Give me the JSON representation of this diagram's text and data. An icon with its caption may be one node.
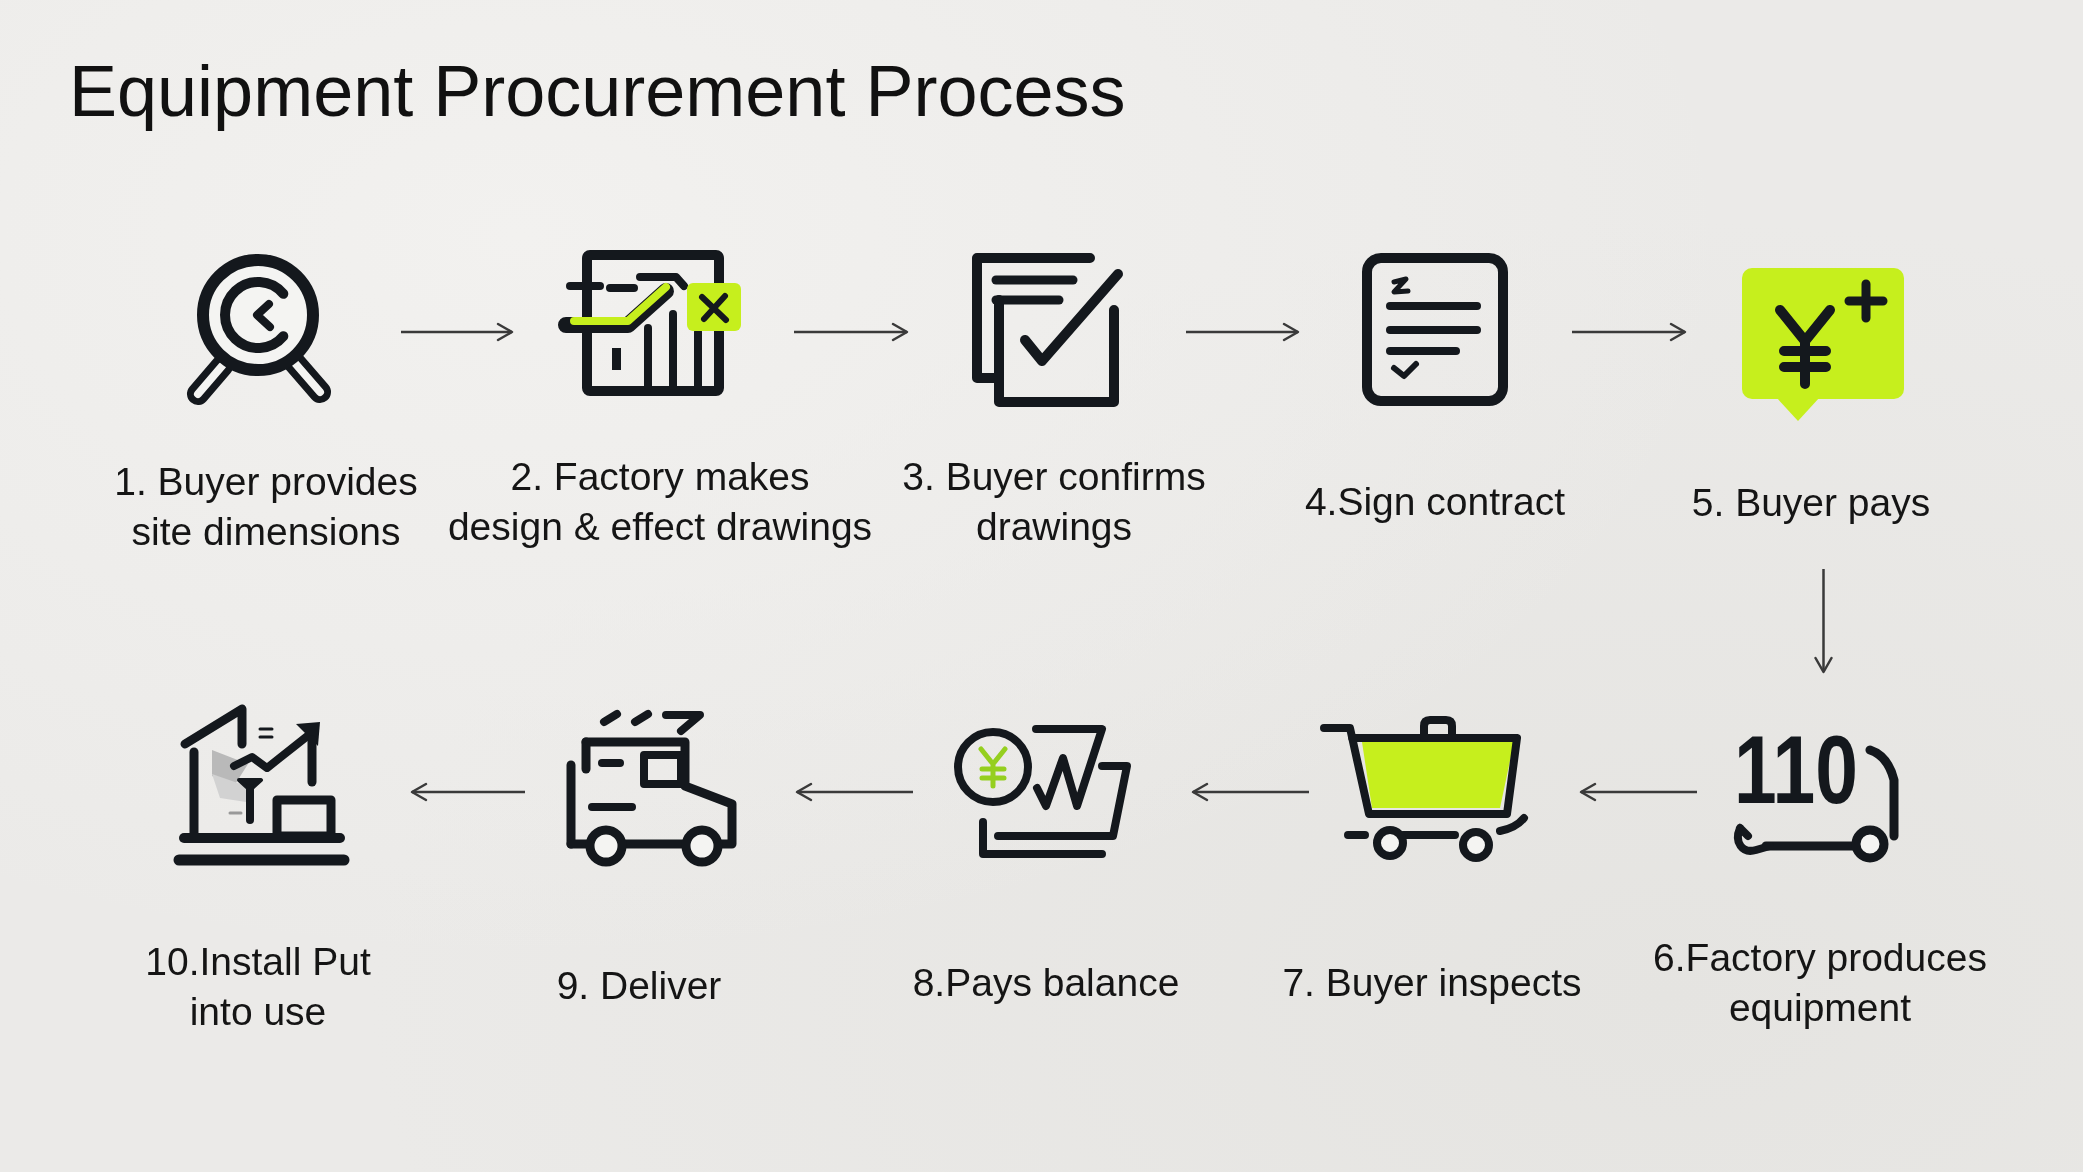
{
  "diagram": {
    "title": "Equipment Procurement Process",
    "nodes": [
      {
        "text": [
          "1. Buyer provides site dimensions"
        ]
      },
      {
        "text": [
          "2. Factory makes design & effect drawings"
        ]
      },
      {
        "text": [
          "3. Buyer confirms drawings"
        ]
      },
      {
        "text": [
          "4.Sign contract"
        ]
      },
      {
        "text": [
          "5. Buyer pays"
        ]
      },
      {
        "text": [
          "6.Factory produces equipment"
        ]
      },
      {
        "text": [
          "7. Buyer inspects"
        ]
      },
      {
        "text": [
          "8.Pays balance"
        ]
      },
      {
        "text": [
          "9. Deliver"
        ]
      },
      {
        "text": [
          "10.Install Put into use"
        ]
      }
    ],
    "edges": [
      {
        "from": 0,
        "to": 1,
        "arrow": "to"
      },
      {
        "from": 1,
        "to": 2,
        "arrow": "to"
      },
      {
        "from": 2,
        "to": 3,
        "arrow": "to"
      },
      {
        "from": 3,
        "to": 4,
        "arrow": "to"
      },
      {
        "from": 4,
        "to": 5,
        "arrow": "to"
      },
      {
        "from": 5,
        "to": 6,
        "arrow": "to"
      },
      {
        "from": 6,
        "to": 7,
        "arrow": "to"
      },
      {
        "from": 7,
        "to": 8,
        "arrow": "to"
      },
      {
        "from": 8,
        "to": 9,
        "arrow": "to"
      }
    ],
    "labels": [
      "110"
    ]
  }
}
